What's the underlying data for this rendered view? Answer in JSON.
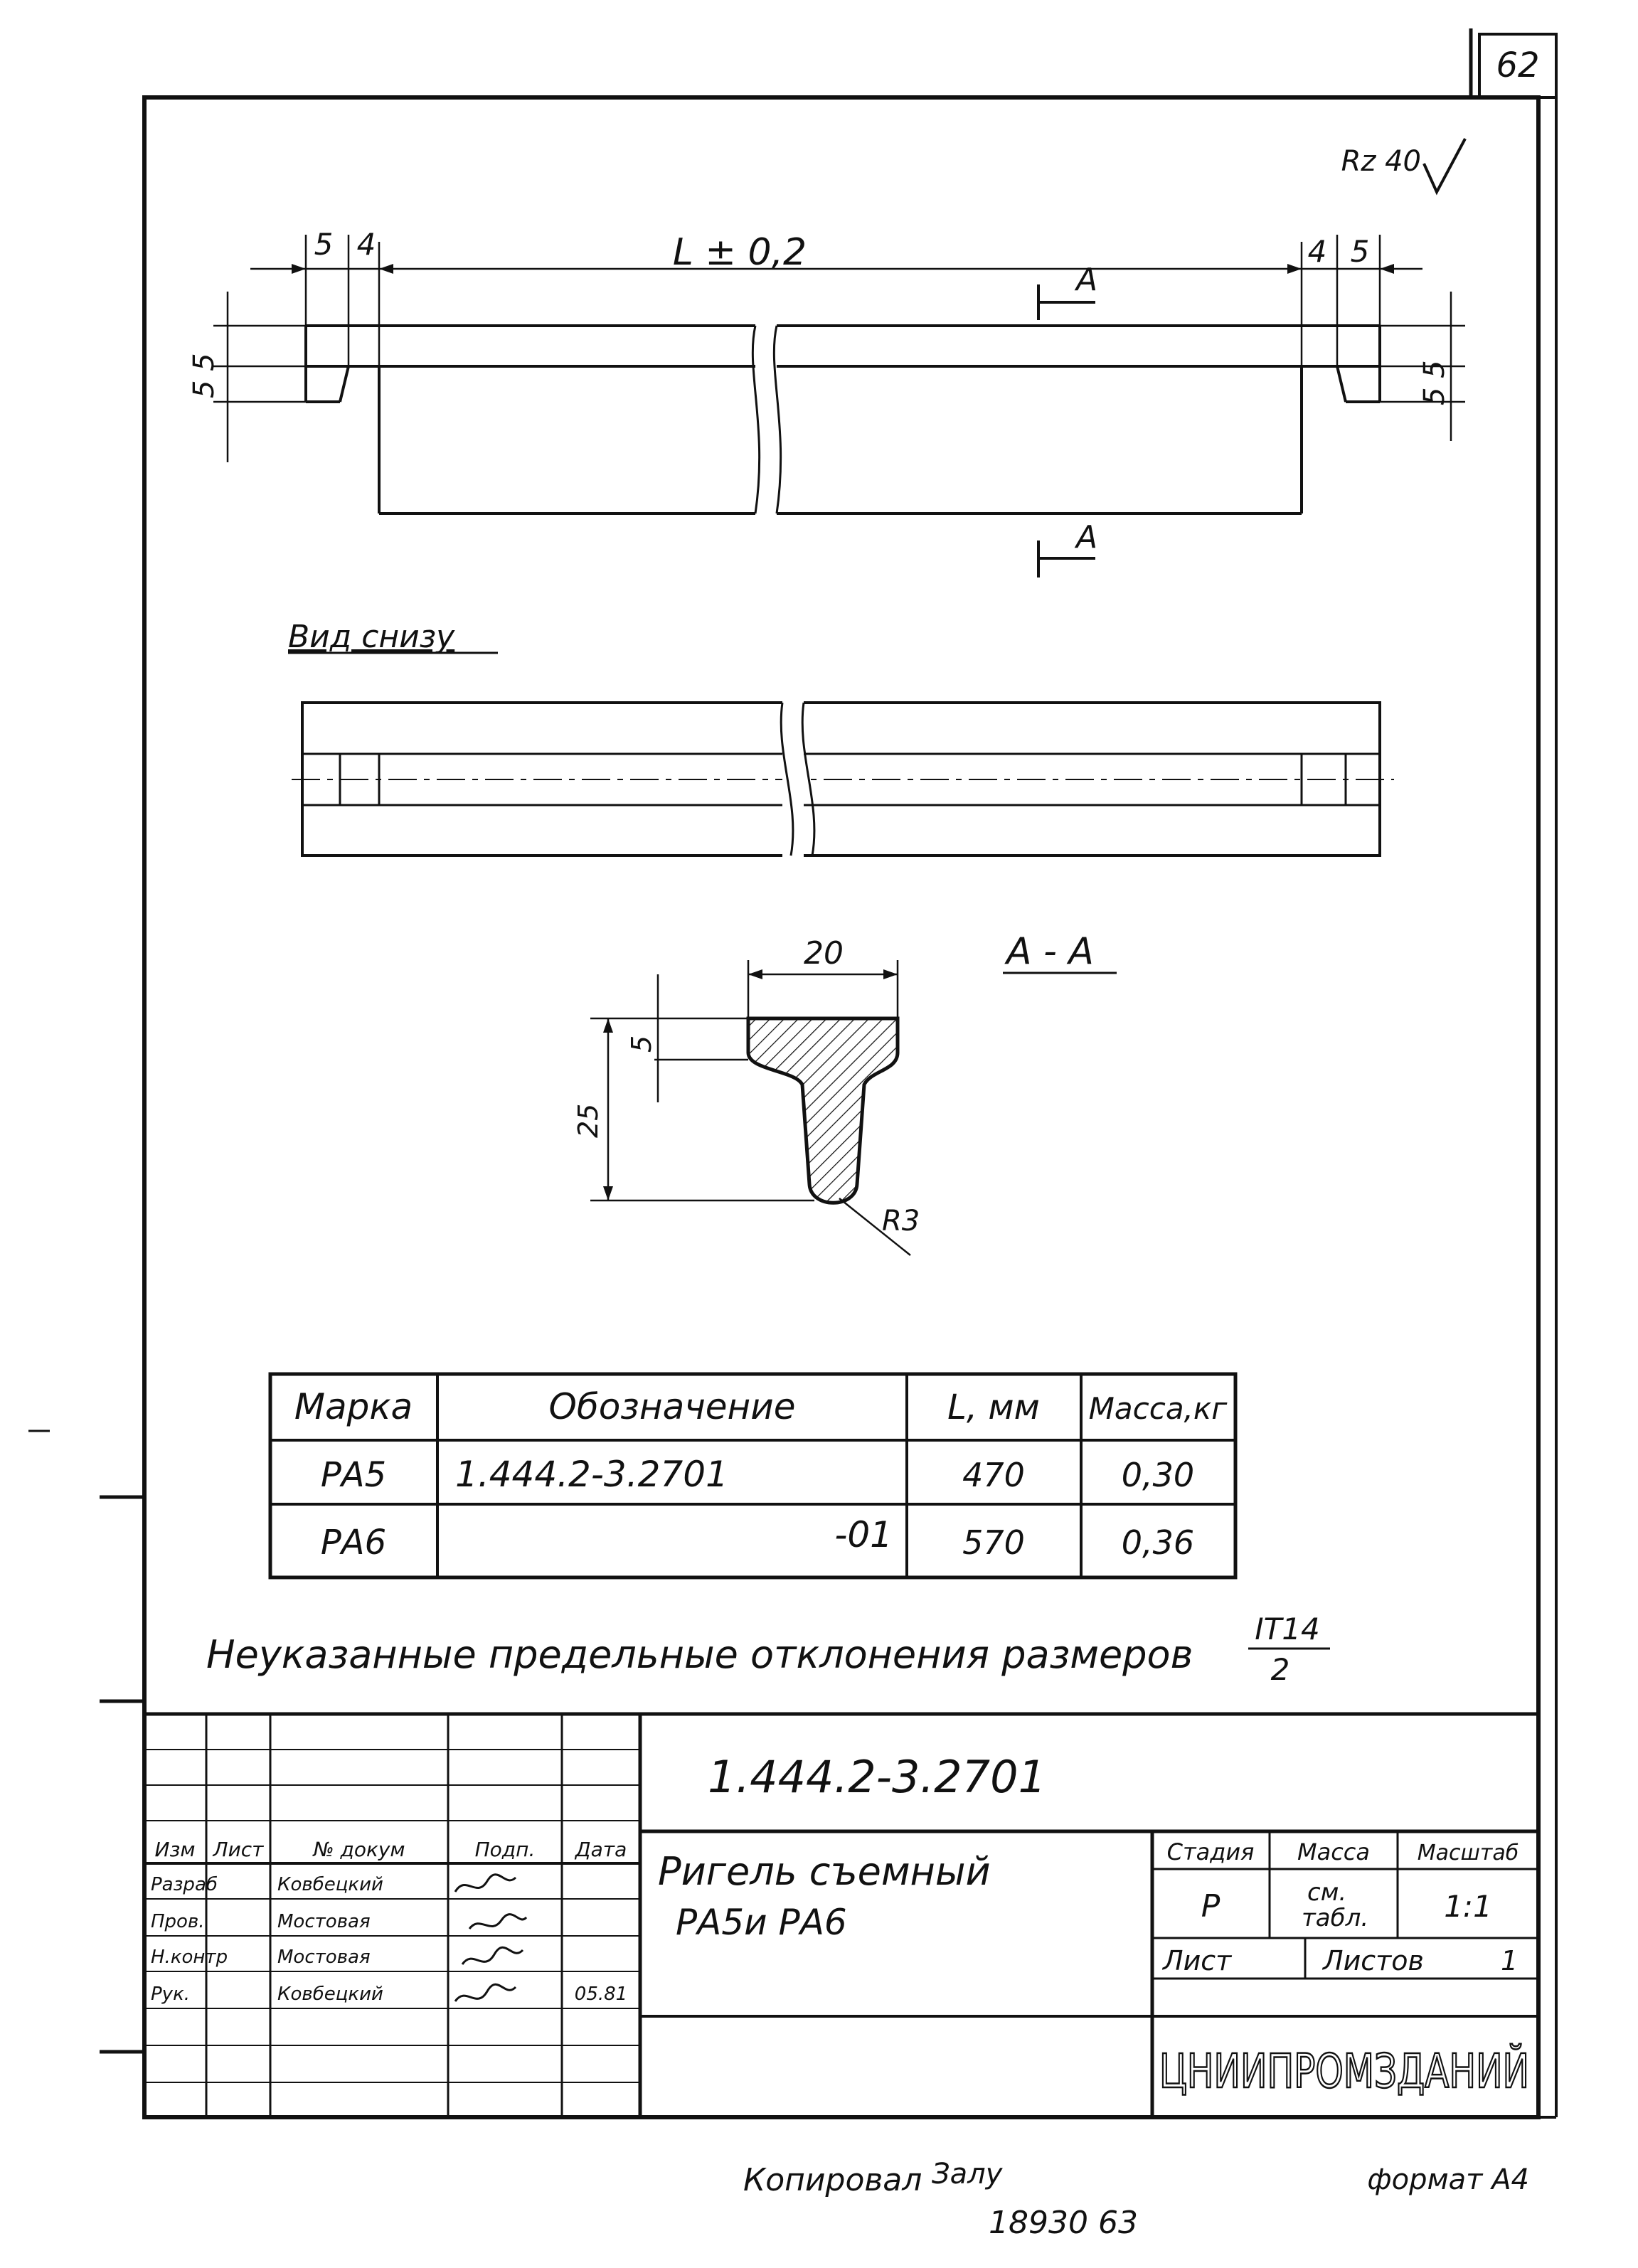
{
  "page": {
    "sheet_number": "62",
    "roughness": "Rz 40",
    "format_label": "формат А4",
    "copied_label": "Копировал",
    "copied_sign": "Залу",
    "inventory": "18930 63"
  },
  "front_view": {
    "length_label": "L ± 0,2",
    "dim_left": [
      "5",
      "4"
    ],
    "dim_right": [
      "4",
      "5"
    ],
    "vertical_dim_left": "5 5",
    "vertical_dim_right": "5 5",
    "section_mark": "A"
  },
  "bottom_view": {
    "title": "Вид снизу"
  },
  "section_view": {
    "title": "А - А",
    "width_label": "20",
    "flange_label": "5",
    "height_label": "25",
    "radius_label": "R3"
  },
  "spec_table": {
    "headers": [
      "Марка",
      "Обозначение",
      "L, мм",
      "Масса,кг"
    ],
    "rows": [
      {
        "mark": "РА5",
        "designation": "1.444.2-3.2701",
        "length": "470",
        "mass": "0,30"
      },
      {
        "mark": "РА6",
        "designation": "-01",
        "length": "570",
        "mass": "0,36"
      }
    ]
  },
  "note": {
    "text": "Неуказанные предельные отклонения размеров",
    "fraction_num": "IT14",
    "fraction_den": "2"
  },
  "title_block": {
    "document_code": "1.444.2-3.2701",
    "product_name_line1": "Ригель съемный",
    "product_name_line2": "РА5и РА6",
    "revision_headers": [
      "Изм",
      "Лист",
      "№ докум",
      "Подп.",
      "Дата"
    ],
    "signers": [
      {
        "role": "Разраб",
        "name": "Ковбецкий"
      },
      {
        "role": "Пров.",
        "name": "Мостовая"
      },
      {
        "role": "Н.контр",
        "name": "Мостовая"
      },
      {
        "role": "Рук.",
        "name": "Ковбецкий"
      }
    ],
    "date_value": "05.81",
    "stage_header": "Стадия",
    "mass_header": "Масса",
    "scale_header": "Масштаб",
    "stage_value": "Р",
    "mass_value_line1": "см.",
    "mass_value_line2": "табл.",
    "scale_value": "1:1",
    "sheet_label": "Лист",
    "sheets_label": "Листов",
    "sheets_value": "1",
    "organization": "ЦНИИПРОМЗДАНИЙ"
  }
}
